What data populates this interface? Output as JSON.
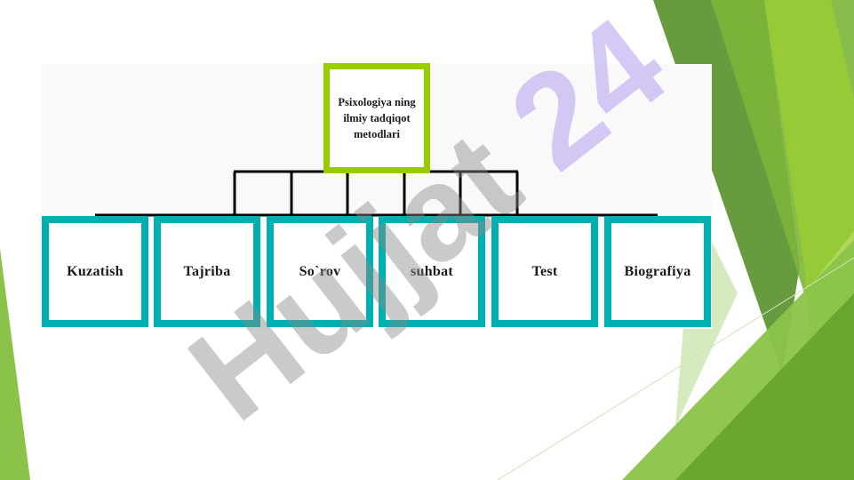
{
  "diagram": {
    "root": {
      "label": "Psixologiya ning ilmiy tadqiqot metodlari"
    },
    "children": [
      {
        "label": "Kuzatish"
      },
      {
        "label": "Tajriba"
      },
      {
        "label": "So`rov"
      },
      {
        "label": "suhbat"
      },
      {
        "label": "Test"
      },
      {
        "label": "Biografiya"
      }
    ]
  },
  "watermark": {
    "text": "Hujjat 24"
  },
  "colors": {
    "root_border": "#99cc00",
    "child_border": "#00b0b0",
    "accent_green_light": "#9acd32",
    "accent_green_dark": "#4e8a1e"
  }
}
